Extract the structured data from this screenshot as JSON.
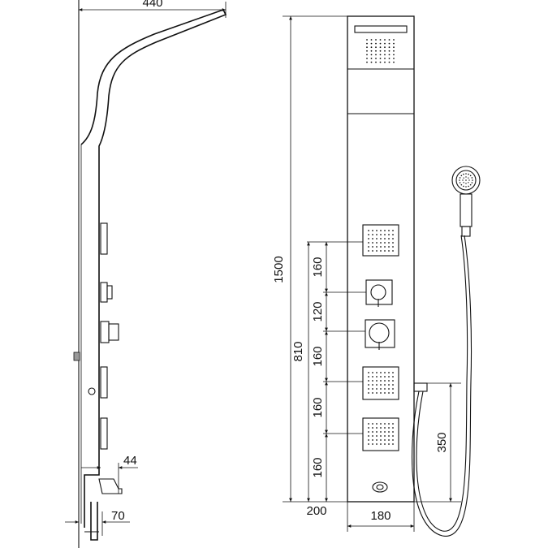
{
  "dimensions": {
    "arm_reach": "440",
    "total_height": "1500",
    "controls_span": "810",
    "gap_1": "160",
    "gap_2": "120",
    "gap_3": "160",
    "gap_4": "160",
    "gap_5": "160",
    "bottom_offset": "200",
    "panel_width": "180",
    "hose_outlet_height": "350",
    "spout_depth": "44",
    "wall_offset": "70"
  },
  "colors": {
    "stroke": "#111111",
    "background": "#ffffff",
    "wall_plug": "#9a9a9a"
  },
  "icons": {
    "nozzle": "square-nozzle-grid",
    "valve": "round-valve",
    "hand_shower": "round-shower-head"
  }
}
